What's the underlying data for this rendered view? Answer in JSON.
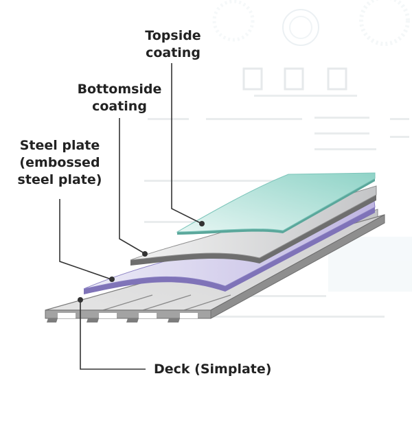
{
  "colors": {
    "topside": "#9fd9cf",
    "steel": "#c9c3e6",
    "gray": "#cfd0d1",
    "leader": "#333333"
  },
  "labels": {
    "topside": [
      "Topside",
      "coating"
    ],
    "bottomside": [
      "Bottomside",
      "coating"
    ],
    "steel": [
      "Steel plate",
      "(embossed",
      "steel plate)"
    ],
    "deck": "Deck (Simplate)"
  }
}
